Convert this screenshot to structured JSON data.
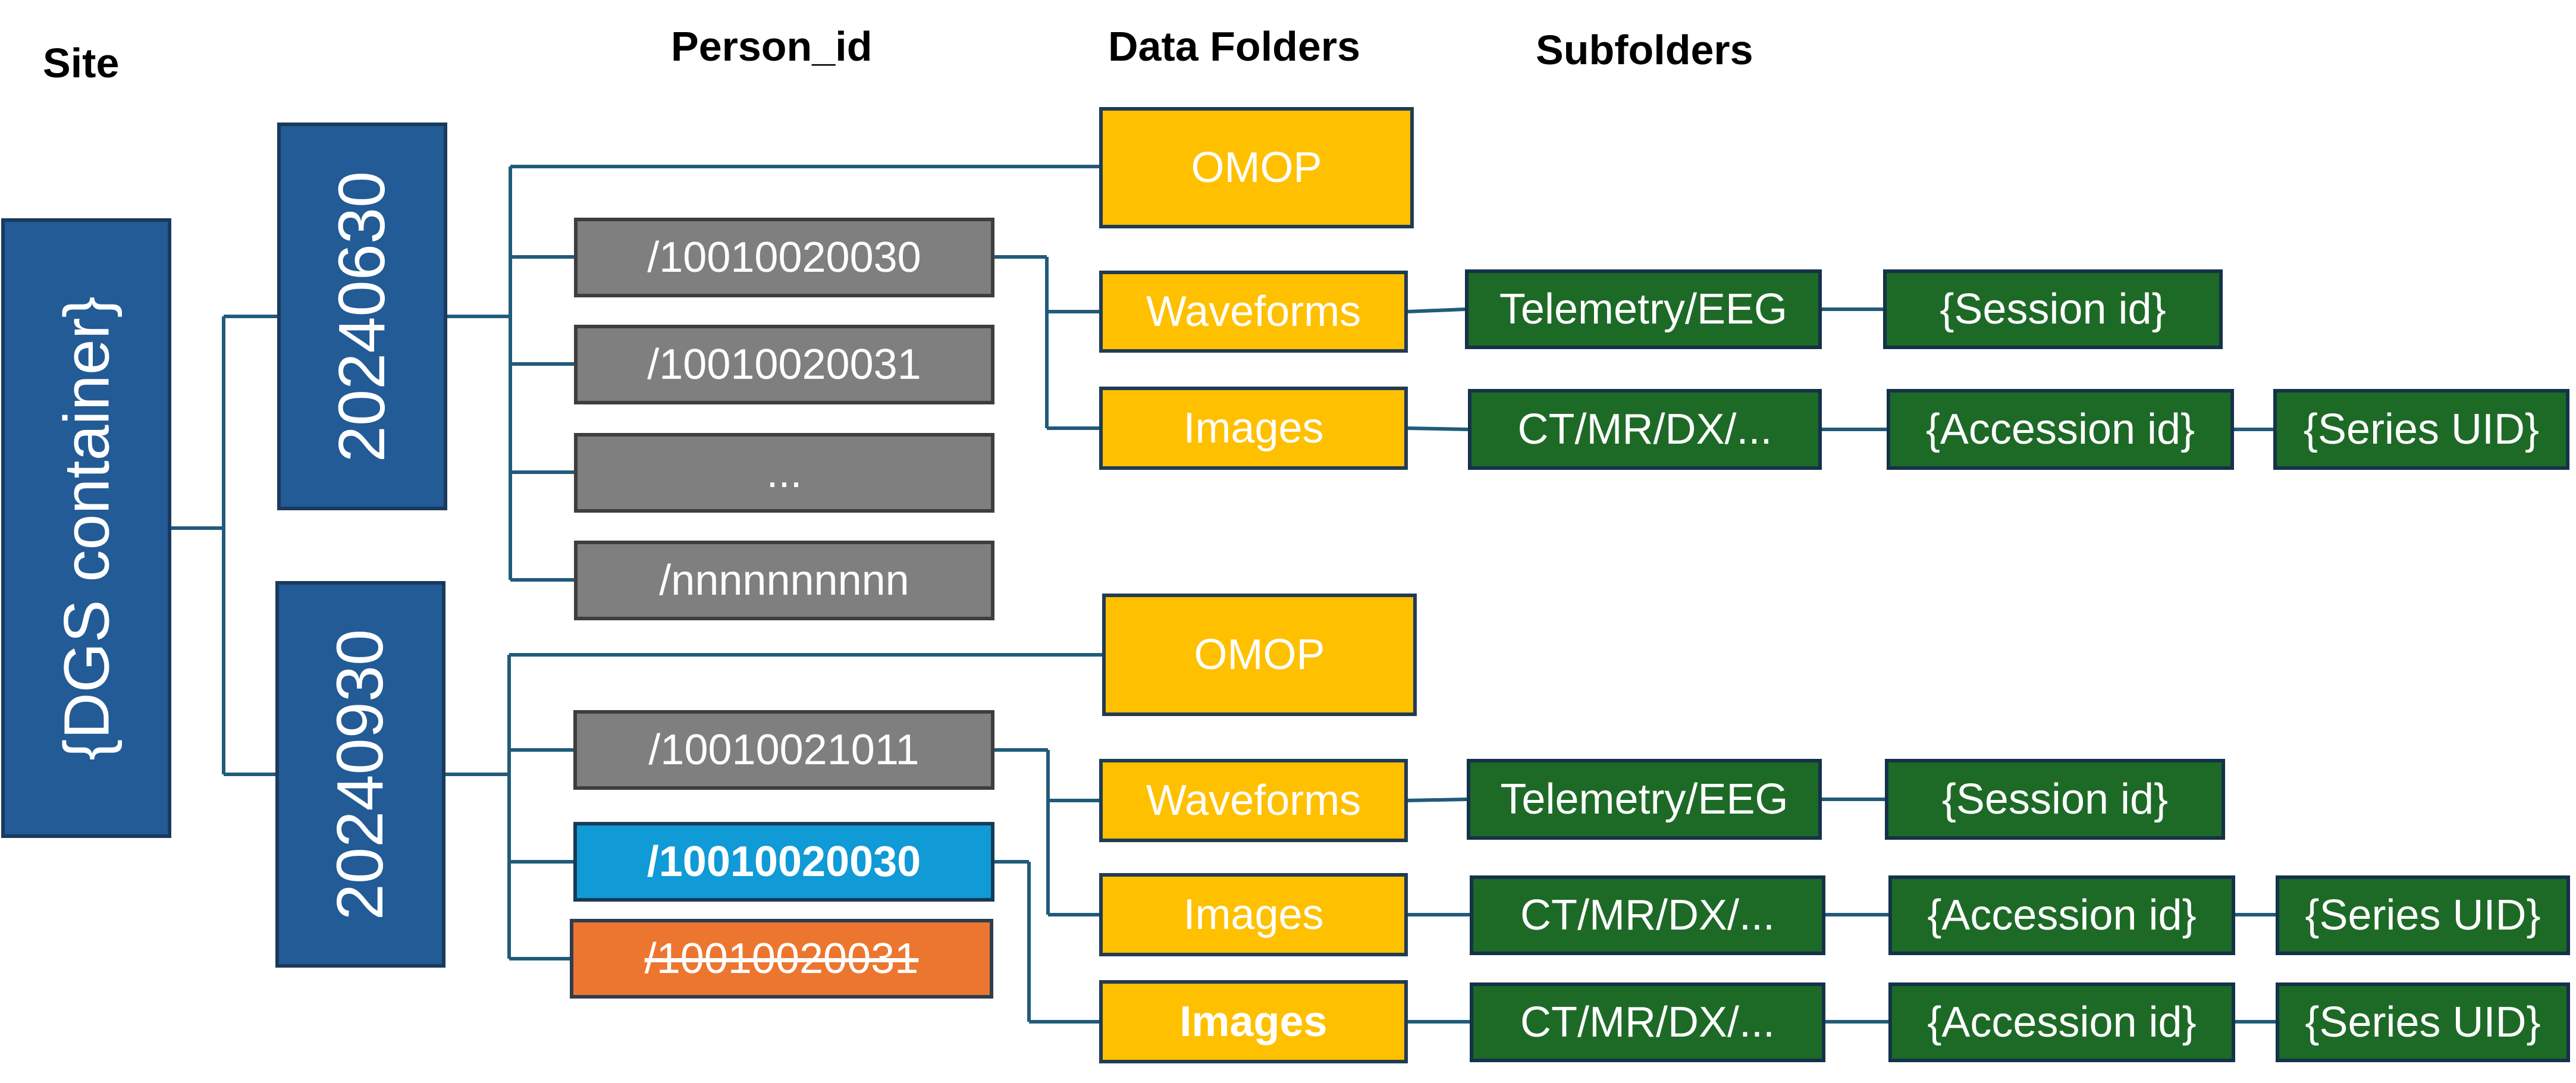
{
  "headers": {
    "site": "Site",
    "person_id": "Person_id",
    "data_folders": "Data Folders",
    "subfolders": "Subfolders"
  },
  "root": {
    "label": "{DGS container}"
  },
  "batches": [
    {
      "date": "20240630",
      "omop": "OMOP",
      "persons": [
        "/10010020030",
        "/10010020031",
        "...",
        "/nnnnnnnnnn"
      ],
      "waveforms": {
        "label": "Waveforms",
        "type": "Telemetry/EEG",
        "id": "{Session id}"
      },
      "images": [
        {
          "label": "Images",
          "modality": "CT/MR/DX/...",
          "accession": "{Accession id}",
          "series": "{Series UID}"
        }
      ]
    },
    {
      "date": "20240930",
      "omop": "OMOP",
      "persons": [
        "/10010021011",
        "/10010020030",
        "/10010020031"
      ],
      "waveforms": {
        "label": "Waveforms",
        "type": "Telemetry/EEG",
        "id": "{Session id}"
      },
      "images": [
        {
          "label": "Images",
          "modality": "CT/MR/DX/...",
          "accession": "{Accession id}",
          "series": "{Series UID}"
        },
        {
          "label": "Images",
          "modality": "CT/MR/DX/...",
          "accession": "{Accession id}",
          "series": "{Series UID}"
        }
      ]
    }
  ],
  "colors": {
    "container_blue": "#225b96",
    "person_gray": "#7f7f7f",
    "folder_yellow": "#ffc000",
    "subfolder_green": "#1d6a27",
    "highlight_cyan": "#109ad6",
    "removed_orange": "#ec7630",
    "connector": "#215b7a"
  }
}
